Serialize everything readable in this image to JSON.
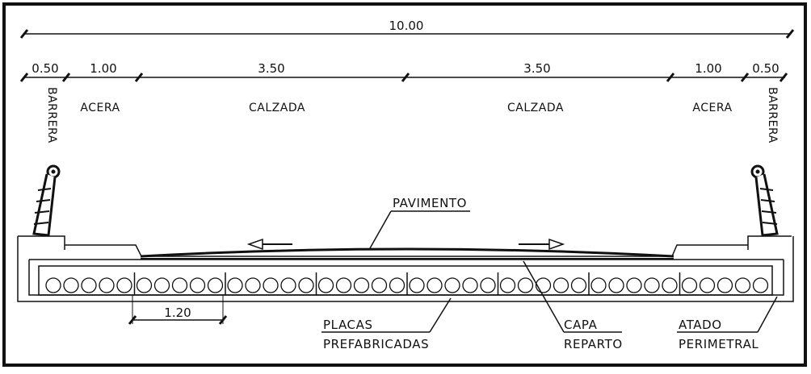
{
  "dimensions": {
    "total": "10.00",
    "left_barrier": "0.50",
    "left_sidewalk": "1.00",
    "left_lane": "3.50",
    "right_lane": "3.50",
    "right_sidewalk": "1.00",
    "right_barrier": "0.50",
    "slab_width": "1.20"
  },
  "zones": {
    "left_barrier": "BARRERA",
    "left_sidewalk": "ACERA",
    "left_lane": "CALZADA",
    "right_lane": "CALZADA",
    "right_sidewalk": "ACERA",
    "right_barrier": "BARRERA"
  },
  "callouts": {
    "pavement": "PAVIMENTO",
    "slabs_line1": "PLACAS",
    "slabs_line2": "PREFABRICADAS",
    "layer_line1": "CAPA",
    "layer_line2": "REPARTO",
    "tie_line1": "ATADO",
    "tie_line2": "PERIMETRAL"
  },
  "colors": {
    "line": "#111111",
    "background": "#ffffff"
  }
}
